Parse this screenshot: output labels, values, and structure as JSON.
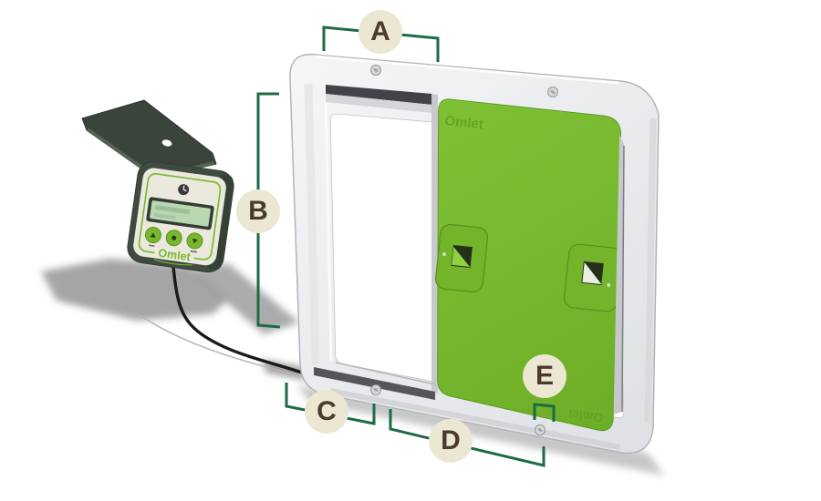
{
  "diagram": {
    "markers": {
      "a": "A",
      "b": "B",
      "c": "C",
      "d": "D",
      "e": "E"
    }
  },
  "branding": {
    "door_logo": "Omlet",
    "door_logo_bottom": "Omlet",
    "controller_logo": "Omlet"
  },
  "colors": {
    "dim-line": "#1c6b45",
    "label-bg": "#ece7d3",
    "label-text": "#4a3a2d",
    "accent": "#76b82a",
    "logo-green": "#61a024",
    "door-green": "#77b82e",
    "door-green-dark": "#5f9a22",
    "frame-face": "#e9ebee",
    "frame-edge": "#b2b4b8",
    "slot-dark": "#404348",
    "controller-body": "#3f4b41",
    "controller-lid": "#3a443b",
    "controller-face": "#ebe9dd",
    "lcd-frame": "#333d35",
    "lcd-screen": "#b9d8b2",
    "cable": "#1a1a1a",
    "shadow": "#8f8f8f"
  }
}
